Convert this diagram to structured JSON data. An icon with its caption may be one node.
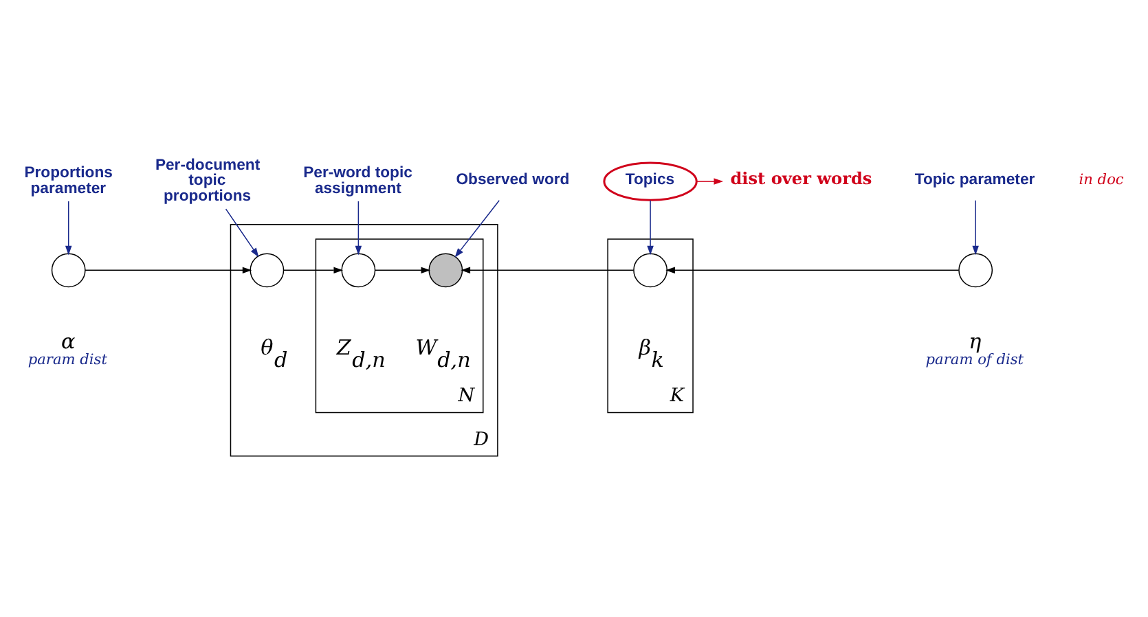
{
  "diagram": {
    "nodes": [
      {
        "text": [
          "Proportions parameter"
        ]
      },
      {
        "text": [
          "Per-document topic proportions"
        ]
      },
      {
        "text": [
          "Per-word topic assignment"
        ]
      },
      {
        "text": [
          "Observed word"
        ]
      },
      {
        "text": [
          "Topics"
        ]
      },
      {
        "text": [
          "Topic parameter"
        ]
      },
      {
        "text": [
          "D"
        ]
      },
      {
        "text": [
          "N"
        ],
        "in": 6
      },
      {
        "text": [
          "K"
        ]
      },
      {
        "text": [],
        "shape": "circle",
        "beside": [
          "α",
          "param dist"
        ]
      },
      {
        "text": [],
        "shape": "circle",
        "in": 6,
        "beside": [
          "θ$_{d}$"
        ]
      },
      {
        "text": [],
        "shape": "circle",
        "in": 7,
        "beside": [
          "Z$_{d,n}$"
        ]
      },
      {
        "text": [],
        "shape": "circle",
        "in": 7,
        "beside": [
          "W$_{d,n}$"
        ]
      },
      {
        "text": [],
        "shape": "circle",
        "in": 8,
        "beside": [
          "β$_{k}$"
        ]
      },
      {
        "text": [],
        "shape": "circle",
        "beside": [
          "η",
          "param of dist"
        ]
      },
      {
        "text": [
          "dist over words"
        ]
      }
    ],
    "edges": [
      {
        "from": 0,
        "to": 9,
        "arrow": "to",
        "color": "#1a2a8c"
      },
      {
        "from": 1,
        "to": 10,
        "arrow": "to",
        "color": "#1a2a8c"
      },
      {
        "from": 2,
        "to": 11,
        "arrow": "to",
        "color": "#1a2a8c"
      },
      {
        "from": 3,
        "to": 12,
        "arrow": "to",
        "color": "#1a2a8c"
      },
      {
        "from": 4,
        "to": 13,
        "arrow": "to",
        "color": "#1a2a8c"
      },
      {
        "from": 5,
        "to": 14,
        "arrow": "to",
        "color": "#1a2a8c"
      },
      {
        "from": 9,
        "to": 10,
        "arrow": "to",
        "color": "#000000"
      },
      {
        "from": 10,
        "to": 11,
        "arrow": "to",
        "color": "#000000"
      },
      {
        "from": 11,
        "to": 12,
        "arrow": "to",
        "color": "#000000"
      },
      {
        "from": 13,
        "to": 12,
        "arrow": "to",
        "color": "#000000"
      },
      {
        "from": 14,
        "to": 13,
        "arrow": "to",
        "color": "#000000"
      },
      {
        "from": 4,
        "to": 15,
        "arrow": "to",
        "color": "#d0021b"
      }
    ],
    "labels": [
      "in doc"
    ]
  }
}
